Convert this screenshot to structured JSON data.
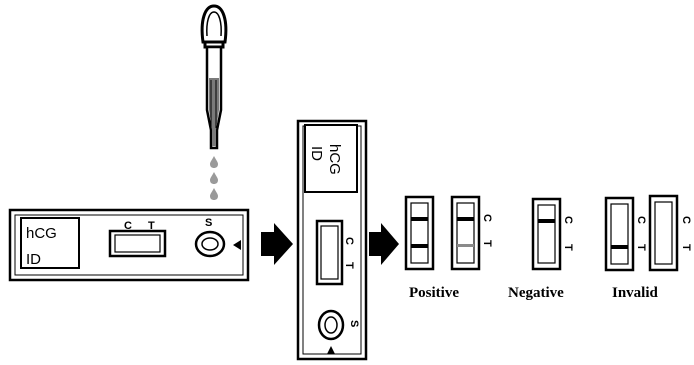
{
  "colors": {
    "ink": "#000000",
    "paper": "#ffffff",
    "fluid": "#7a7a7a",
    "line_faint": "#9a9a9a"
  },
  "cassette_horizontal": {
    "brand": "hCG",
    "id_label": "ID",
    "control_label": "C",
    "test_label": "T",
    "sample_label": "S"
  },
  "cassette_vertical": {
    "brand": "hCG",
    "id_label": "ID",
    "control_label": "C",
    "test_label": "T",
    "sample_label": "S"
  },
  "arrows": [
    "arrow-right-icon",
    "arrow-right-icon"
  ],
  "results": {
    "control_label": "C",
    "test_label": "T",
    "positive_label": "Positive",
    "negative_label": "Negative",
    "invalid_label": "Invalid"
  },
  "icons": [
    "dropper-icon",
    "droplet-icon",
    "arrow-right-icon",
    "sample-well-icon"
  ]
}
